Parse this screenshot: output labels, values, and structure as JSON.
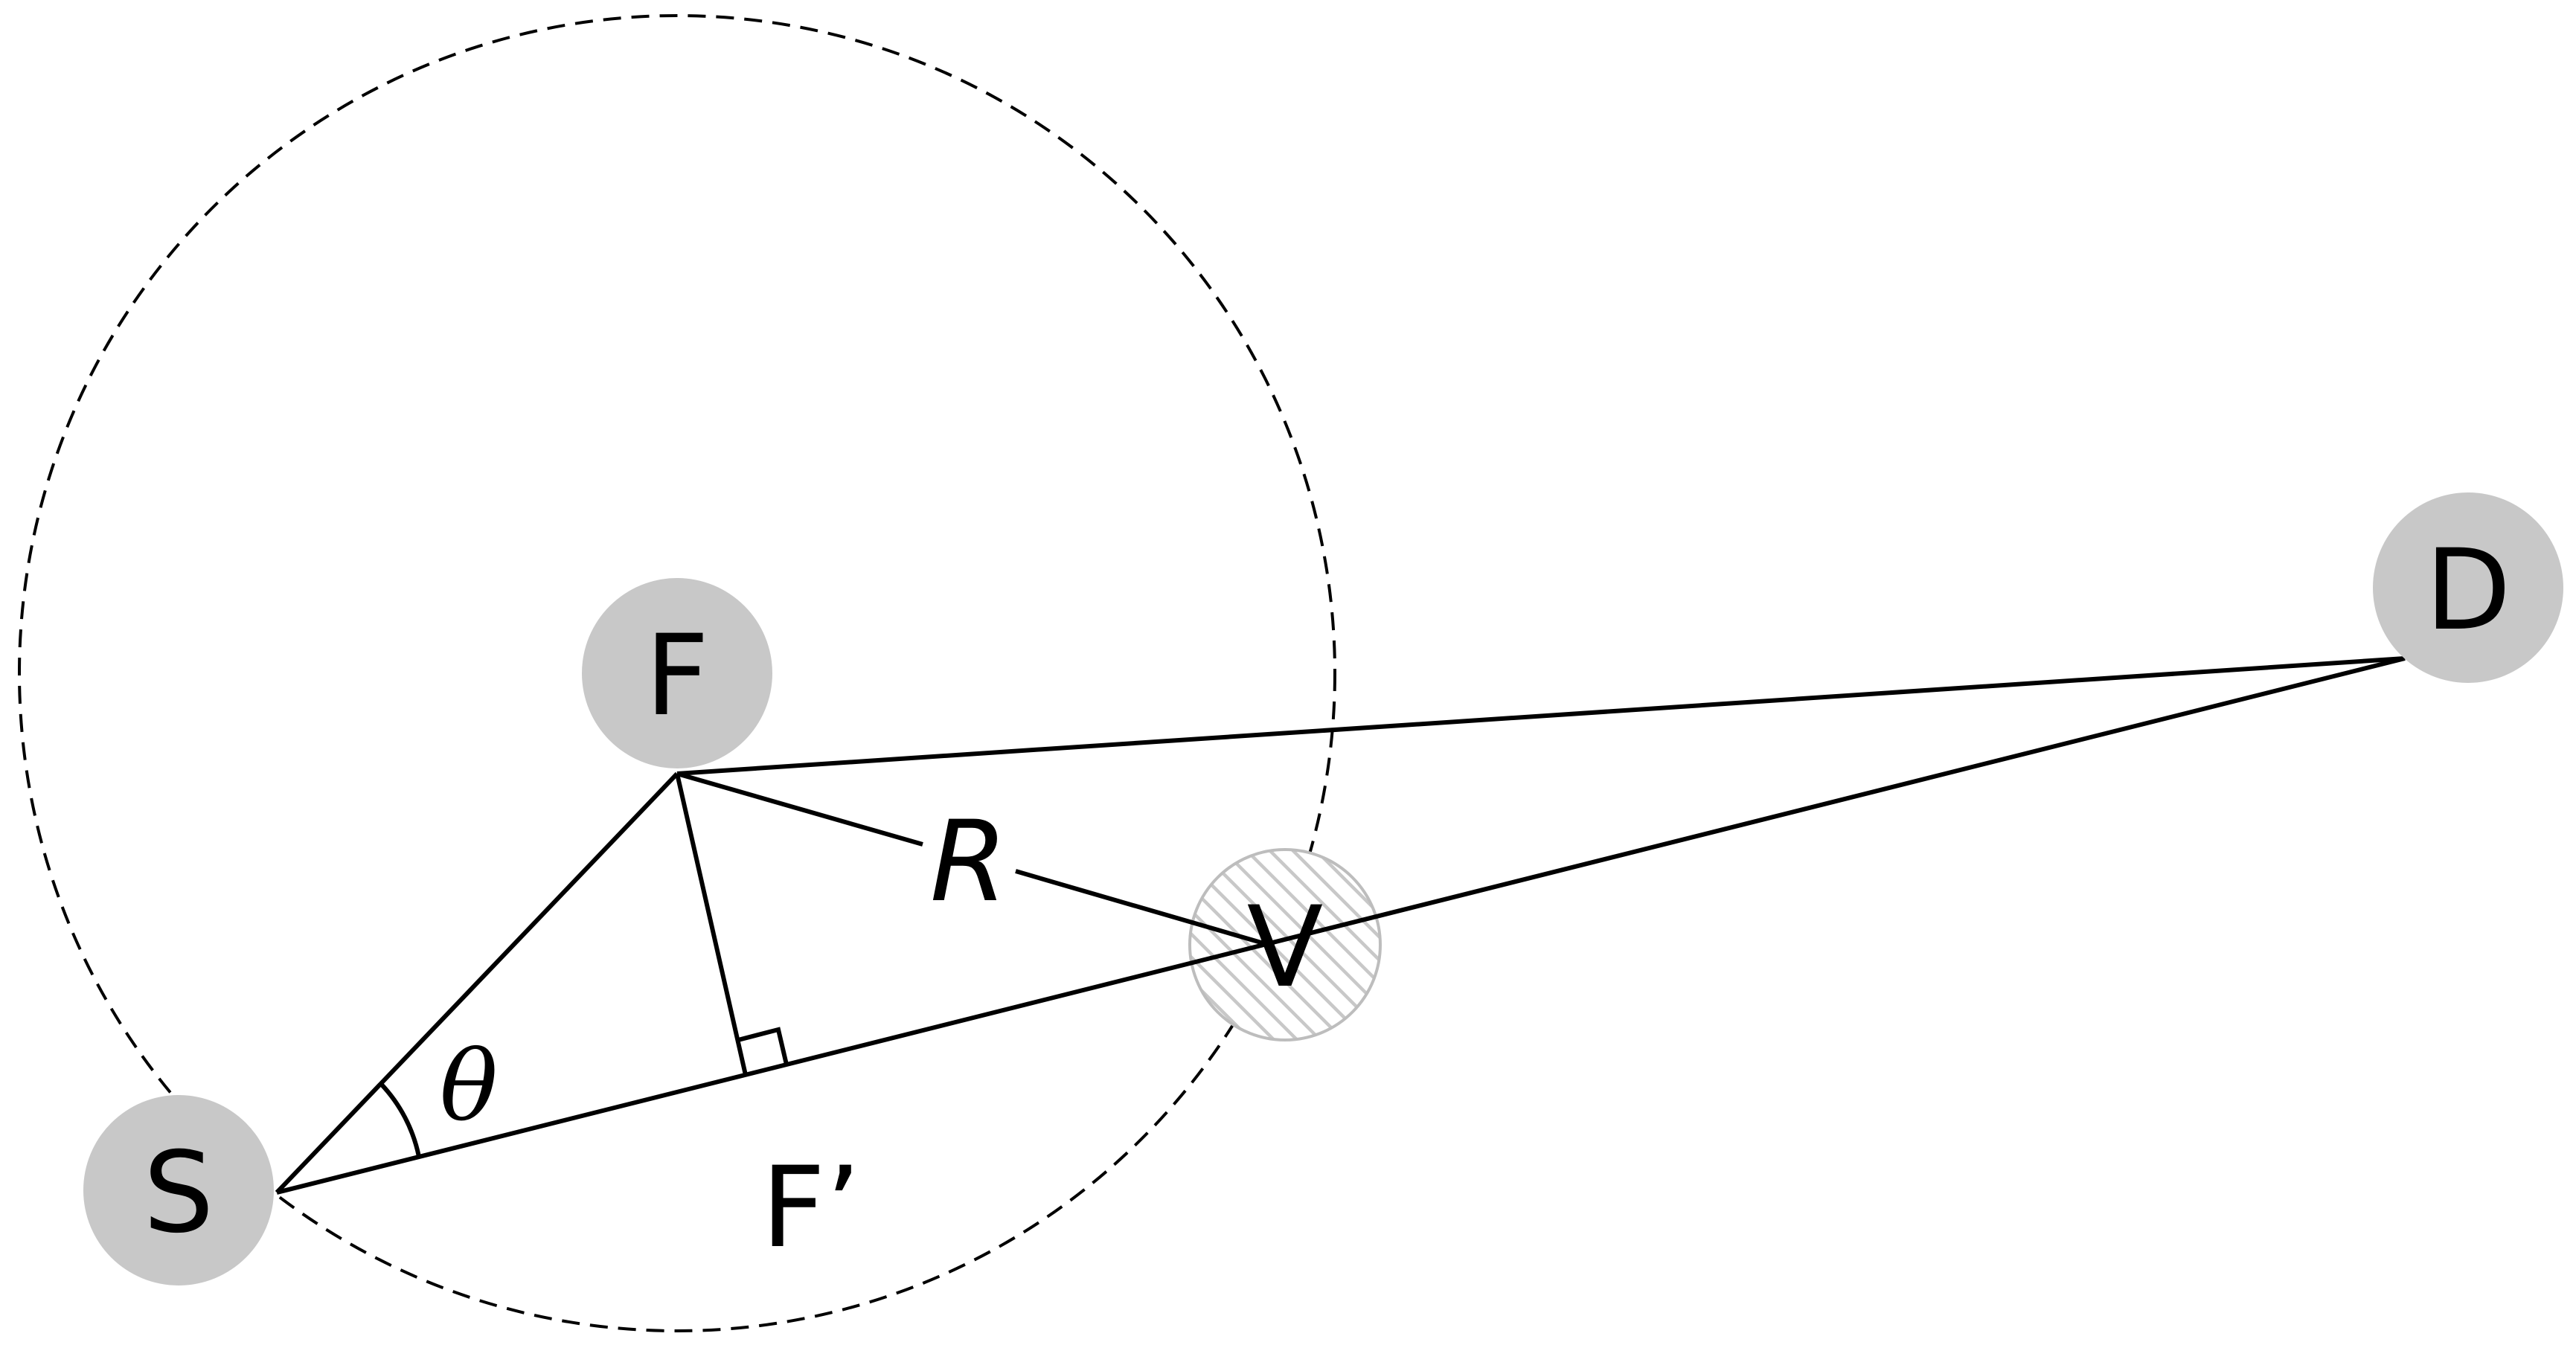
{
  "colors": {
    "node_fill": "#c8c8c8",
    "line": "#000000",
    "dashed_circle": "#000000",
    "hatch_fill": "#c8c8c8",
    "background": "#ffffff"
  },
  "nodes": {
    "S": "S",
    "F": "F",
    "D": "D",
    "V": "V"
  },
  "labels": {
    "R": "R",
    "F_prime": "F’",
    "theta": "θ"
  }
}
